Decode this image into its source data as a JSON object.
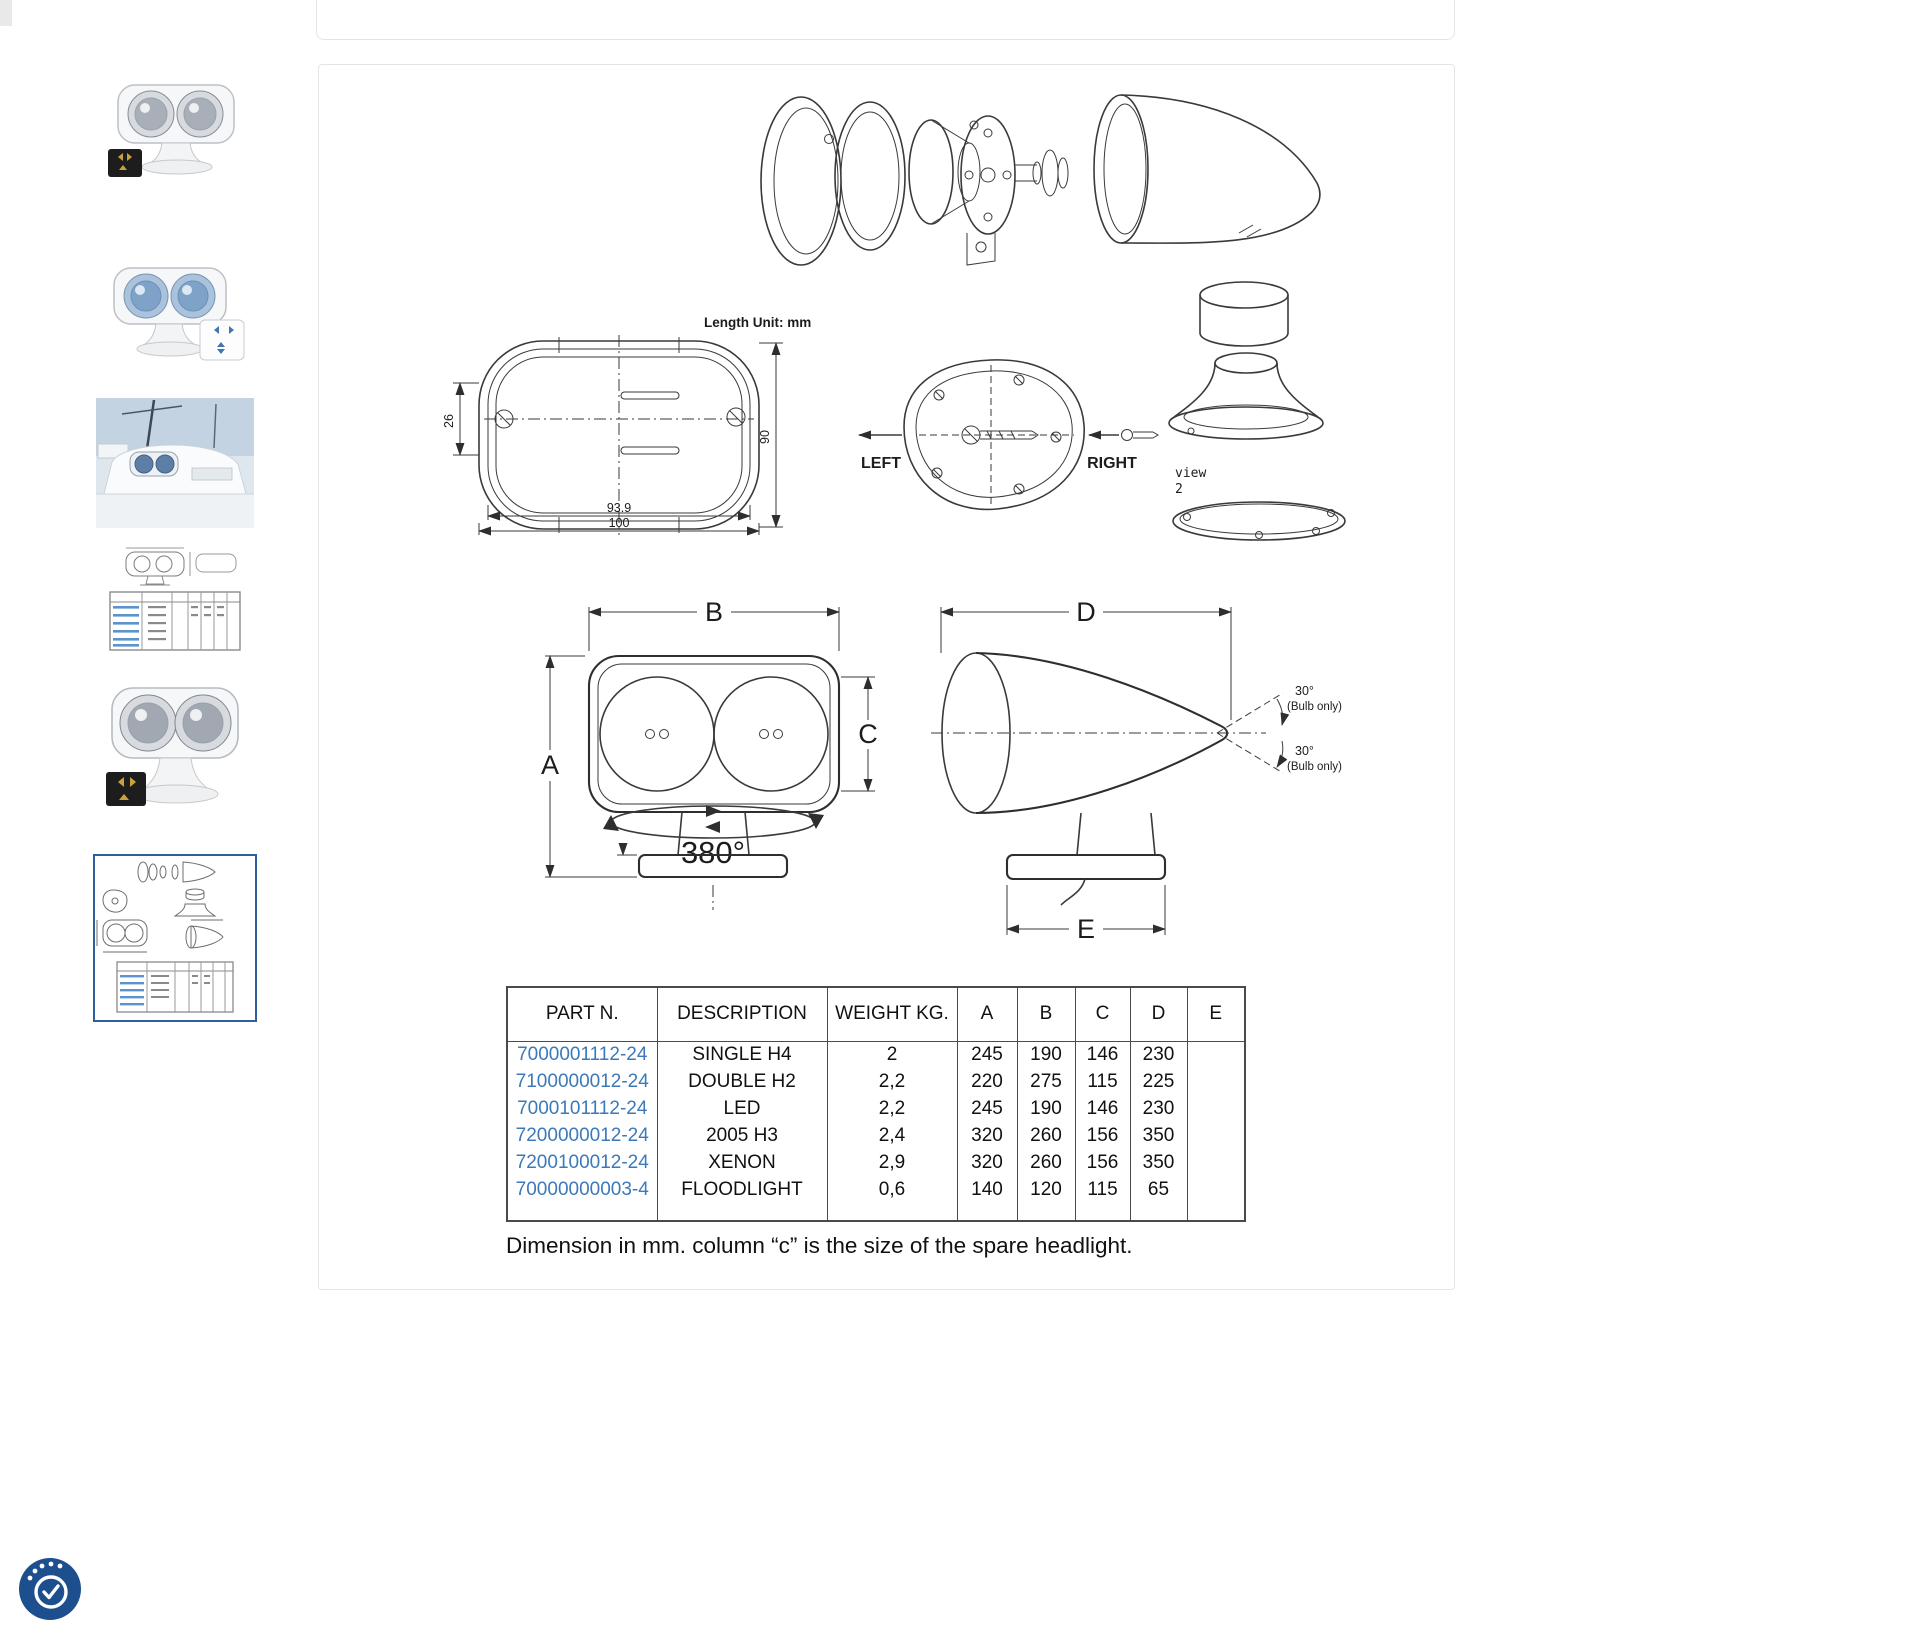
{
  "colors": {
    "link_blue": "#3b79ba",
    "selected_thumb_border": "#2d5f9e",
    "badge_blue": "#1d4f8f",
    "line_color": "#3a3a3a",
    "card_border": "#e4e4e4"
  },
  "thumbnails": [
    {
      "id": "spotlight-photo-front",
      "selected": false
    },
    {
      "id": "spotlight-photo-blue-lens",
      "selected": false
    },
    {
      "id": "boat-installation-photo",
      "selected": false
    },
    {
      "id": "dimensions-drawing-small",
      "selected": false
    },
    {
      "id": "spotlight-photo-large",
      "selected": false
    },
    {
      "id": "exploded-drawing-with-table",
      "selected": true
    }
  ],
  "diagram": {
    "length_unit": "Length Unit: mm",
    "dims": {
      "inner_width": "93.9",
      "outer_width": "100",
      "height": "90",
      "side": "26"
    },
    "left_label": "LEFT",
    "right_label": "RIGHT",
    "view_word": "view",
    "view_num": "2",
    "letters": {
      "a": "A",
      "b": "B",
      "c": "C",
      "d": "D",
      "e": "E"
    },
    "rotation": "380°",
    "bulb_angle": "30°",
    "bulb_note": "(Bulb only)"
  },
  "table": {
    "headers": [
      "PART N.",
      "DESCRIPTION",
      "WEIGHT KG.",
      "A",
      "B",
      "C",
      "D",
      "E"
    ],
    "rows": [
      {
        "part": "7000001112-24",
        "description": "SINGLE H4",
        "weight": "2",
        "a": "245",
        "b": "190",
        "c": "146",
        "d": "230",
        "e": ""
      },
      {
        "part": "7100000012-24",
        "description": "DOUBLE H2",
        "weight": "2,2",
        "a": "220",
        "b": "275",
        "c": "115",
        "d": "225",
        "e": ""
      },
      {
        "part": "7000101112-24",
        "description": "LED",
        "weight": "2,2",
        "a": "245",
        "b": "190",
        "c": "146",
        "d": "230",
        "e": ""
      },
      {
        "part": "7200000012-24",
        "description": "2005 H3",
        "weight": "2,4",
        "a": "320",
        "b": "260",
        "c": "156",
        "d": "350",
        "e": ""
      },
      {
        "part": "7200100012-24",
        "description": "XENON",
        "weight": "2,9",
        "a": "320",
        "b": "260",
        "c": "156",
        "d": "350",
        "e": ""
      },
      {
        "part": "70000000003-4",
        "description": "FLOODLIGHT",
        "weight": "0,6",
        "a": "140",
        "b": "120",
        "c": "115",
        "d": "65",
        "e": ""
      }
    ],
    "caption": "Dimension in mm. column “c” is the size of the spare headlight."
  }
}
